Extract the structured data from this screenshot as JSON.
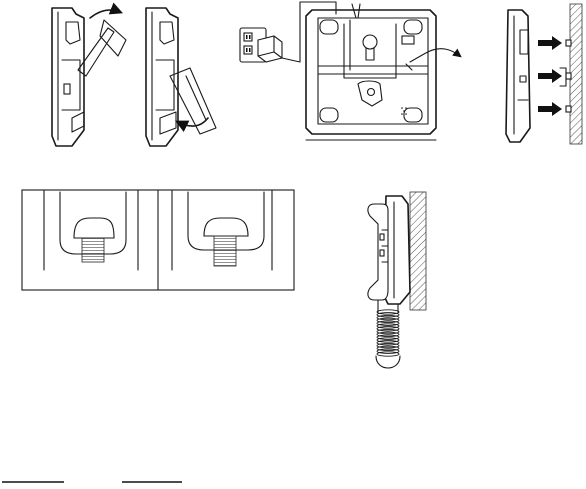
{
  "figure": {
    "panels": [
      {
        "id": "handset-hook-open",
        "icon": "phone-side-view"
      },
      {
        "id": "handset-hook-close",
        "icon": "phone-side-view"
      },
      {
        "id": "base-bottom-wiring",
        "icon": "phone-base-bottom"
      },
      {
        "id": "wall-mount-pegs",
        "icon": "wall-mount-side"
      },
      {
        "id": "hook-tab-positions",
        "icon": "hook-tab"
      },
      {
        "id": "wall-mounted-phone",
        "icon": "wall-phone-side"
      }
    ],
    "colors": {
      "line": "#1a1a1a",
      "wall_hatch": "#555555",
      "background": "#ffffff"
    }
  }
}
